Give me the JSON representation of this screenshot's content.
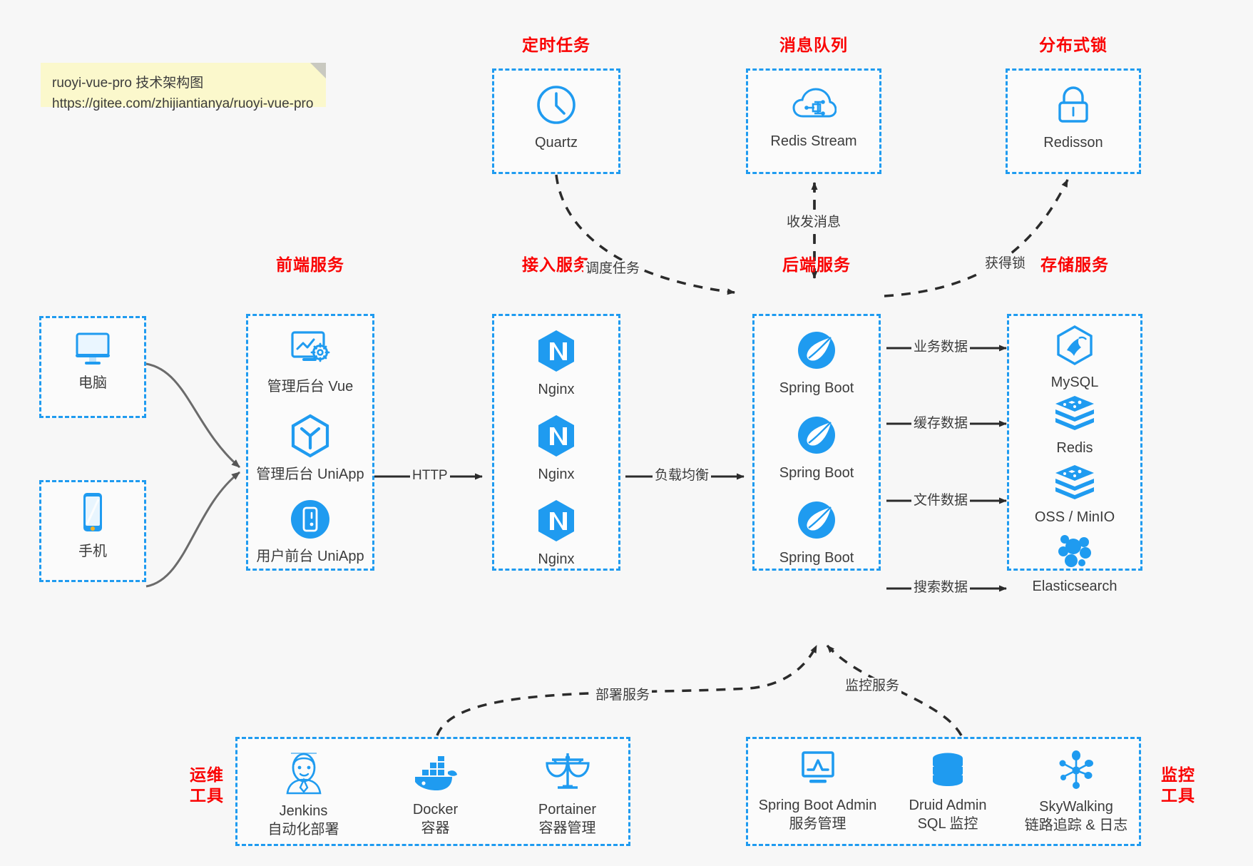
{
  "note": {
    "line1": "ruoyi-vue-pro 技术架构图",
    "line2": "https://gitee.com/zhijiantianya/ruoyi-vue-pro"
  },
  "colors": {
    "accent_blue": "#1f9bf0",
    "title_red": "#fa0202",
    "canvas": "#f7f7f7",
    "note_yellow": "#fbf8cc",
    "text": "#3c3c3c"
  },
  "groups": {
    "scheduler": {
      "title": "定时任务",
      "nodes": [
        {
          "label": "Quartz",
          "icon": "clock-icon"
        }
      ]
    },
    "mq": {
      "title": "消息队列",
      "nodes": [
        {
          "label": "Redis Stream",
          "icon": "cloud-network-icon"
        }
      ]
    },
    "lock": {
      "title": "分布式锁",
      "nodes": [
        {
          "label": "Redisson",
          "icon": "padlock-icon"
        }
      ]
    },
    "clients": {
      "nodes": [
        {
          "label": "电脑",
          "icon": "desktop-monitor-icon"
        },
        {
          "label": "手机",
          "icon": "smartphone-icon"
        }
      ]
    },
    "frontend": {
      "title": "前端服务",
      "nodes": [
        {
          "label": "管理后台 Vue",
          "icon": "dashboard-gear-icon"
        },
        {
          "label": "管理后台 UniApp",
          "icon": "hexagon-cube-icon"
        },
        {
          "label": "用户前台 UniApp",
          "icon": "mobile-circle-icon"
        }
      ]
    },
    "gateway": {
      "title": "接入服务",
      "nodes": [
        {
          "label": "Nginx",
          "icon": "nginx-icon"
        },
        {
          "label": "Nginx",
          "icon": "nginx-icon"
        },
        {
          "label": "Nginx",
          "icon": "nginx-icon"
        }
      ]
    },
    "backend": {
      "title": "后端服务",
      "nodes": [
        {
          "label": "Spring Boot",
          "icon": "spring-boot-icon"
        },
        {
          "label": "Spring Boot",
          "icon": "spring-boot-icon"
        },
        {
          "label": "Spring Boot",
          "icon": "spring-boot-icon"
        }
      ]
    },
    "storage": {
      "title": "存储服务",
      "nodes": [
        {
          "label": "MySQL",
          "icon": "mysql-dolphin-icon"
        },
        {
          "label": "Redis",
          "icon": "redis-stack-icon"
        },
        {
          "label": "OSS / MinIO",
          "icon": "object-storage-icon"
        },
        {
          "label": "Elasticsearch",
          "icon": "elasticsearch-icon"
        }
      ]
    },
    "devops": {
      "title": "运维\n工具",
      "title_lines": [
        "运维",
        "工具"
      ],
      "nodes": [
        {
          "label": "Jenkins",
          "sublabel": "自动化部署",
          "icon": "jenkins-butler-icon"
        },
        {
          "label": "Docker",
          "sublabel": "容器",
          "icon": "docker-whale-icon"
        },
        {
          "label": "Portainer",
          "sublabel": "容器管理",
          "icon": "scales-icon"
        }
      ]
    },
    "monitoring": {
      "title_lines": [
        "监控",
        "工具"
      ],
      "nodes": [
        {
          "label": "Spring Boot Admin",
          "sublabel": "服务管理",
          "icon": "monitor-chart-icon"
        },
        {
          "label": "Druid Admin",
          "sublabel": "SQL 监控",
          "icon": "database-icon"
        },
        {
          "label": "SkyWalking",
          "sublabel": "链路追踪 & 日志",
          "icon": "skywalking-icon"
        }
      ]
    }
  },
  "edges": {
    "http": "HTTP",
    "load_balance": "负载均衡",
    "schedule_task": "调度任务",
    "send_receive_message": "收发消息",
    "acquire_lock": "获得锁",
    "business_data": "业务数据",
    "cache_data": "缓存数据",
    "file_data": "文件数据",
    "search_data": "搜索数据",
    "deploy_service": "部署服务",
    "monitor_service": "监控服务"
  }
}
